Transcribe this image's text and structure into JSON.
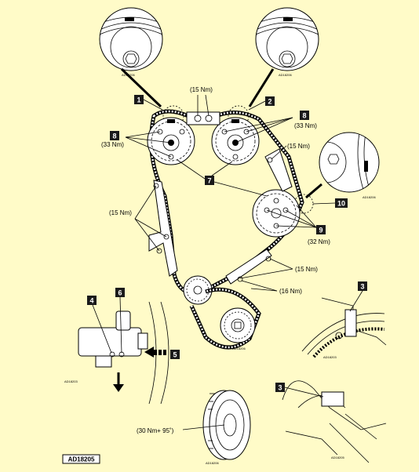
{
  "callouts": [
    "1",
    "2",
    "3",
    "4",
    "5",
    "6",
    "7",
    "8",
    "9",
    "10"
  ],
  "torques": {
    "top_center": "(15 Nm)",
    "left_cam": "(33 Nm)",
    "right_cam": "(33 Nm)",
    "right_tensioner": "(15 Nm)",
    "left_guide": "(15 Nm)",
    "pump": "(32 Nm)",
    "lower_guide_a": "(15 Nm)",
    "lower_guide_b": "(16 Nm)",
    "pulley": "(30 Nm+ 95˚)"
  },
  "figure_codes": {
    "top_left": "AD18206",
    "top_right": "AD18206",
    "mid_right": "AD18206",
    "crank": "AD18206",
    "tensioner": "AD18203",
    "flywheel": "AD18203",
    "pulley": "AD18206",
    "locking": "AD18205",
    "main": "AD18205"
  },
  "colors": {
    "background": "#fffbc8",
    "badge": "#1a1a1a",
    "ink": "#000000"
  }
}
